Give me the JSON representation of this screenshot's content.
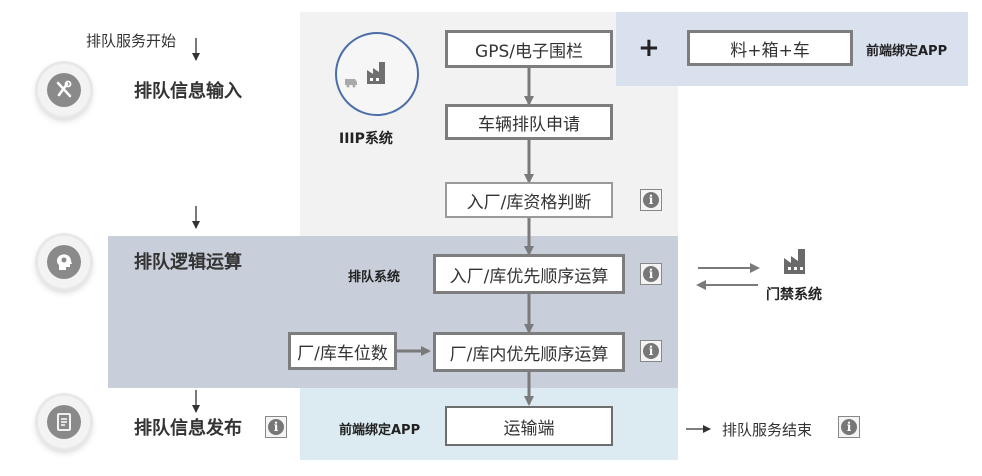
{
  "start_label": "排队服务开始",
  "end_label": "排队服务结束",
  "stages": [
    {
      "title": "排队信息输入",
      "icon": "tools-icon"
    },
    {
      "title": "排队逻辑运算",
      "icon": "head-gear-icon"
    },
    {
      "title": "排队信息发布",
      "icon": "document-icon"
    }
  ],
  "iiip": {
    "label": "IIIP系统"
  },
  "plus_sign": "+",
  "front_app_top": {
    "box": "料+箱+车",
    "label": "前端绑定APP"
  },
  "queue_system_label": "排队系统",
  "gate_system_label": "门禁系统",
  "front_app_bottom_label": "前端绑定APP",
  "flow": {
    "gps": "GPS/电子围栏",
    "apply": "车辆排队申请",
    "qualify": "入厂/库资格判断",
    "priority": "入厂/库优先顺序运算",
    "inner_priority": "厂/库内优先顺序运算",
    "slots": "厂/库车位数",
    "transport": "运输端"
  },
  "info_glyph": "i",
  "colors": {
    "input_zone": "#f2f2f2",
    "logic_zone": "#c9cfda",
    "publish_zone": "#dcebf1",
    "app_zone": "#d9e0ee",
    "box_border": "#7d7d7d",
    "arrow": "#7a7a7a"
  }
}
